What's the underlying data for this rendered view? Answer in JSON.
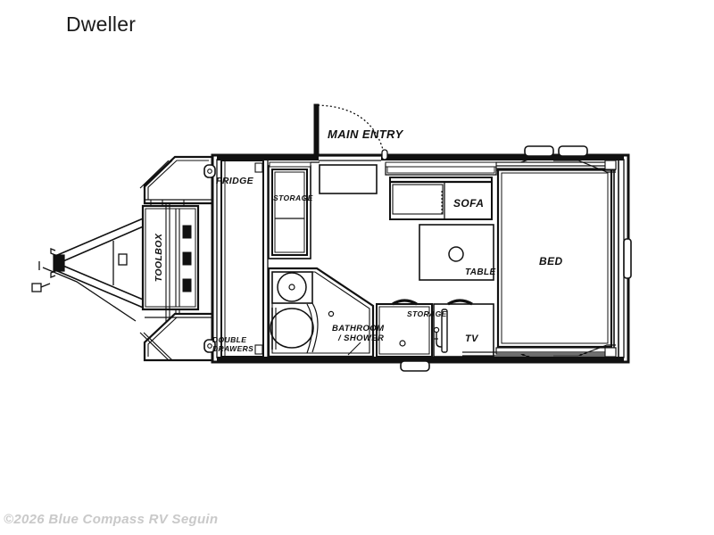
{
  "page": {
    "title": "Dweller",
    "copyright": "©2026 Blue Compass RV Seguin",
    "background_color": "#ffffff",
    "line_color": "#111111",
    "copyright_color": "#c9c9c9"
  },
  "floorplan": {
    "type": "rv-travel-trailer-floorplan",
    "orientation": "hitch-left-rear-right",
    "labels": {
      "main_entry": "MAIN ENTRY",
      "fridge": "FRIDGE",
      "toolbox": "TOOLBOX",
      "double_drawers_line1": "DOUBLE",
      "double_drawers_line2": "DRAWERS",
      "storage_upper": "STORAGE",
      "storage_lower": "STORAGE",
      "bathroom_line1": "BATHROOM",
      "bathroom_line2": "/ SHOWER",
      "sofa": "SOFA",
      "table": "TABLE",
      "tv": "TV",
      "bed": "BED"
    },
    "features": [
      {
        "name": "a-frame-tongue",
        "description": "A-frame trailer tongue with coupler at left"
      },
      {
        "name": "toolbox",
        "description": "Front exterior toolbox with three latches"
      },
      {
        "name": "fridge",
        "description": "Refrigerator along front street-side wall"
      },
      {
        "name": "double-drawers",
        "description": "Double drawers beneath fridge run"
      },
      {
        "name": "storage-upper",
        "description": "Tall storage cabinet interior front"
      },
      {
        "name": "bathroom-shower",
        "description": "Corner bathroom with toilet and shower"
      },
      {
        "name": "main-entry-door",
        "description": "Main entry door with swing arc on top wall"
      },
      {
        "name": "sofa",
        "description": "Sofa along top wall"
      },
      {
        "name": "table",
        "description": "Table adjacent to sofa"
      },
      {
        "name": "storage-lower",
        "description": "Storage cabinet on bottom wall"
      },
      {
        "name": "tv",
        "description": "Wall mounted TV"
      },
      {
        "name": "bed",
        "description": "Rear bed"
      },
      {
        "name": "rear-window",
        "description": "Window on rear wall"
      },
      {
        "name": "roof-vents",
        "description": "Two vents on top wall over bed"
      },
      {
        "name": "bottom-vent",
        "description": "Vent on bottom wall"
      }
    ]
  }
}
